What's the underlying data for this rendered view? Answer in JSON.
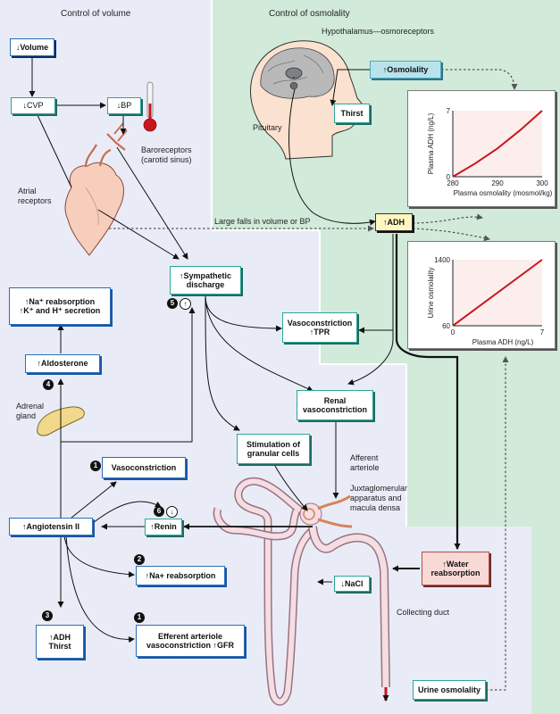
{
  "headings": {
    "volume": "Control of volume",
    "osmolality": "Control of osmolality"
  },
  "boxes": {
    "volume_down": "↓Volume",
    "cvp_down": "↓CVP",
    "bp_down": "↓BP",
    "osmolality_up": "↑Osmolality",
    "thirst": "Thirst",
    "adh_up": "↑ADH",
    "sympathetic_1": "↑Sympathetic",
    "sympathetic_2": "discharge",
    "na_reabs_1": "↑Na⁺ reabsorption",
    "na_reabs_2": "↑K⁺ and H⁺ secretion",
    "aldosterone": "↑Aldosterone",
    "vasoconstriction_tpr_1": "Vasoconstriction",
    "vasoconstriction_tpr_2": "↑TPR",
    "renal_vaso_1": "Renal",
    "renal_vaso_2": "vasoconstriction",
    "granular_1": "Stimulation of",
    "granular_2": "granular cells",
    "vasoconstriction": "Vasoconstriction",
    "angiotensin": "↑Angiotensin II",
    "renin": "↑Renin",
    "na_reabs_single": "↑Na+ reabsorption",
    "nacl": "↓NaCl",
    "water_1": "↑Water",
    "water_2": "reabsorption",
    "adh_thirst_1": "↑ADH",
    "adh_thirst_2": "Thirst",
    "efferent_1": "Efferent arteriole",
    "efferent_2": "vasoconstriction ↑GFR",
    "urine_osm": "Urine osmolality"
  },
  "labels": {
    "hypothalamus": "Hypothalamus—osmoreceptors",
    "pituitary": "Pituitary",
    "baroreceptors_1": "Baroreceptors",
    "baroreceptors_2": "(carotid sinus)",
    "atrial_1": "Atrial",
    "atrial_2": "receptors",
    "large_falls": "Large falls in volume or BP",
    "adrenal_1": "Adrenal",
    "adrenal_2": "gland",
    "afferent_1": "Afferent",
    "afferent_2": "arteriole",
    "jga_1": "Juxtaglomerular",
    "jga_2": "apparatus and",
    "jga_3": "macula densa",
    "collecting_duct": "Collecting duct"
  },
  "badges": {
    "n1_top": "1",
    "n2": "2",
    "n3": "3",
    "n4": "4",
    "n5": "5",
    "n5_arrow": "↑",
    "n6": "6",
    "n6_arrow": "↓",
    "n1_bottom": "1"
  },
  "colors": {
    "left_bg": "#e9ecf7",
    "right_bg": "#d1ead9",
    "curve": "#c8161d",
    "panel_bg": "#fbeeed"
  },
  "chart_data": [
    {
      "type": "line",
      "x": [
        280,
        285,
        290,
        295,
        300
      ],
      "y": [
        0,
        1.4,
        3.0,
        4.9,
        7.0
      ],
      "xlabel": "Plasma osmolality (mosmol/kg)",
      "ylabel": "Plasma ADH (ng/L)",
      "xticks": [
        "280",
        "290",
        "300"
      ],
      "yticks": [
        "0",
        "7"
      ],
      "xlim": [
        280,
        300
      ],
      "ylim": [
        0,
        7
      ]
    },
    {
      "type": "line",
      "x": [
        0,
        7
      ],
      "y": [
        60,
        1400
      ],
      "xlabel": "Plasma ADH (ng/L)",
      "ylabel": "Urine osmolality",
      "xticks": [
        "0",
        "7"
      ],
      "yticks": [
        "60",
        "1400"
      ],
      "xlim": [
        0,
        7
      ],
      "ylim": [
        60,
        1400
      ]
    }
  ]
}
